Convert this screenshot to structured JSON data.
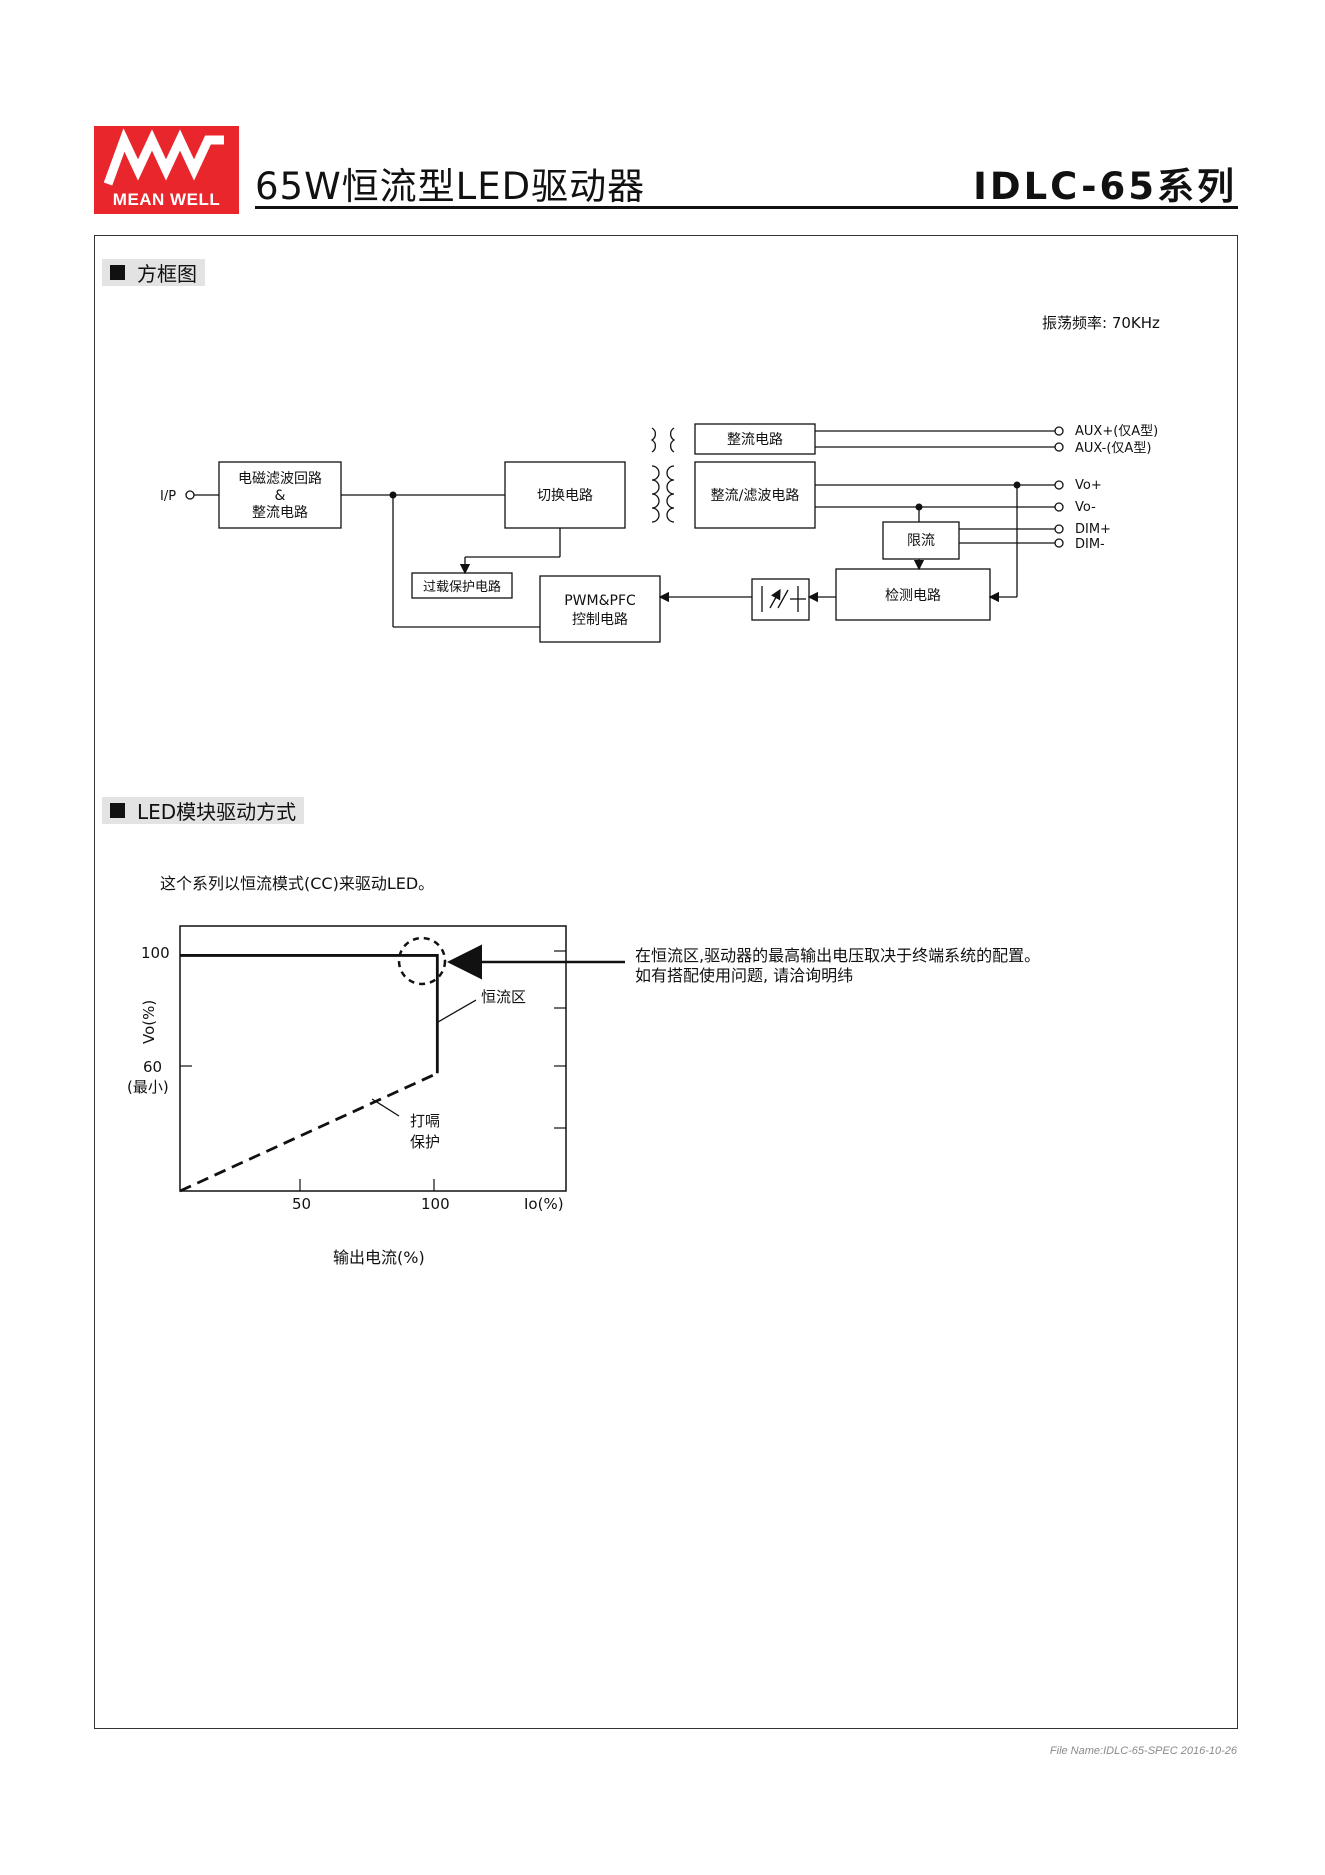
{
  "header": {
    "logo_text": "MEAN WELL",
    "title": "65W恒流型LED驱动器",
    "series": "IDLC-65系列",
    "brand_color": "#e8262c"
  },
  "block_section": {
    "heading": "方框图",
    "frequency": "振荡频率: 70KHz",
    "blocks": {
      "emi": [
        "电磁滤波回路",
        "&",
        "整流电路"
      ],
      "switching": "切换电路",
      "aux_rect": "整流电路",
      "rect_filter": "整流/滤波电路",
      "current_limit": "限流",
      "overload": "过载保护电路",
      "pwm": [
        "PWM&PFC",
        "控制电路"
      ],
      "detect": "检测电路"
    },
    "ports": {
      "input": "I/P",
      "aux_plus": "AUX+(仅A型)",
      "aux_minus": "AUX-(仅A型)",
      "vo_plus": "Vo+",
      "vo_minus": "Vo-",
      "dim_plus": "DIM+",
      "dim_minus": "DIM-"
    }
  },
  "led_section": {
    "heading": "LED模块驱动方式",
    "intro": "这个系列以恒流模式(CC)来驱动LED。",
    "note_line1": "在恒流区,驱动器的最高输出电压取决于终端系统的配置。",
    "note_line2": "如有搭配使用问题, 请洽询明纬"
  },
  "chart_data": {
    "type": "line",
    "xlabel": "Io(%)",
    "ylabel": "Vo(%)",
    "x_caption": "输出电流(%)",
    "x_ticks": [
      "50",
      "100"
    ],
    "y_ticks": [
      "100",
      "60"
    ],
    "y_tick_note": "(最小)",
    "xlim": [
      0,
      150
    ],
    "ylim": [
      20,
      110
    ],
    "series": [
      {
        "style": "solid",
        "x": [
          0,
          100,
          100
        ],
        "y": [
          100,
          100,
          60
        ]
      },
      {
        "style": "dashed",
        "x": [
          0,
          100
        ],
        "y": [
          20,
          60
        ]
      }
    ],
    "annotations": [
      {
        "text": "恒流区",
        "x": 100,
        "y": 80
      },
      {
        "text": "打嗝",
        "x": 85,
        "y": 43
      },
      {
        "text": "保护",
        "x": 85,
        "y": 43
      }
    ]
  },
  "footer": {
    "file_name": "File Name:IDLC-65-SPEC   2016-10-26"
  }
}
